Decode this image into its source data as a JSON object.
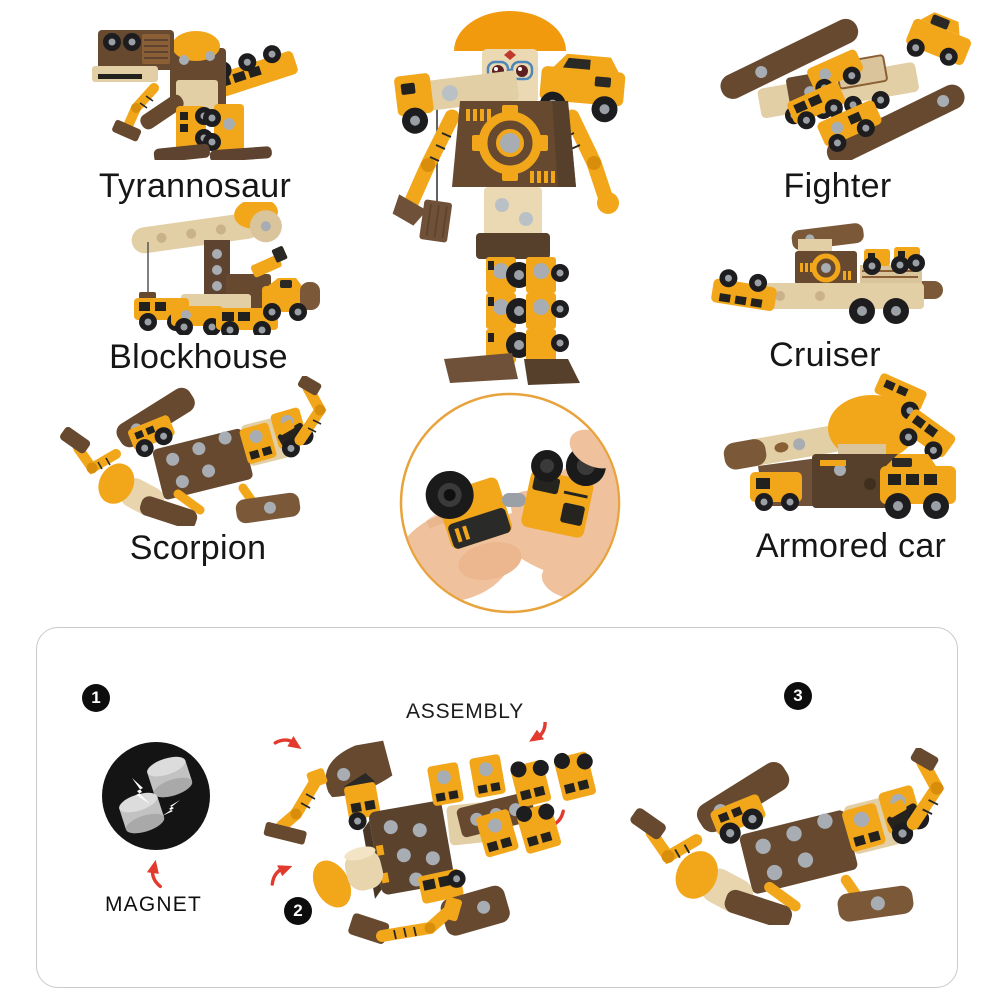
{
  "image_title": "7-in-1 wooden magnetic construction-truck transformer toy collage",
  "colors": {
    "toy_yellow": "#F2A71B",
    "toy_yellow_dark": "#D98E0B",
    "toy_brown": "#66492F",
    "toy_brown_dark": "#57402B",
    "wood_tan": "#E3CFA5",
    "dot_grey": "#A7ADB3",
    "arrow_red": "#E23B2E",
    "detail_ring_orange": "#E8A33D",
    "label_text": "#161616",
    "badge_black": "#0D0D0D"
  },
  "products": {
    "items": [
      {
        "label": "Tyrannosaur"
      },
      {
        "label": "Fighter"
      },
      {
        "label": "Blockhouse"
      },
      {
        "label": "Cruiser"
      },
      {
        "label": "Scorpion"
      },
      {
        "label": "Armored car"
      }
    ]
  },
  "center": {
    "robot_icon": "robot-transformer-figure",
    "detail_icon": "hands-connecting-magnetic-truck-blocks"
  },
  "assembly_panel": {
    "title": "ASSEMBLY",
    "magnet_label": "MAGNET",
    "steps": [
      {
        "number": "1"
      },
      {
        "number": "2"
      },
      {
        "number": "3"
      }
    ],
    "icons": {
      "magnet": "two-magnet-cylinders-in-black-circle",
      "arrows": "red-hand-drawn-arrows"
    }
  }
}
